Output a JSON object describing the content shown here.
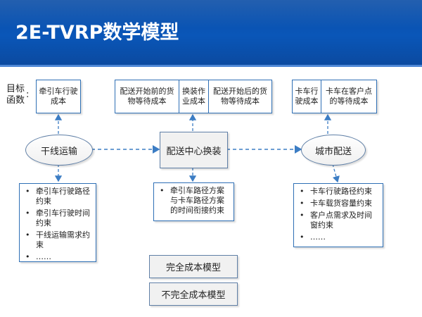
{
  "title": "2E-TVRP数学模型",
  "objective_label_line1": "目标",
  "objective_label_line2": "函数",
  "objective_colon": ":",
  "cost_groups": {
    "trunk": {
      "cells": [
        "牵引车行驶成本"
      ]
    },
    "center": {
      "cells": [
        "配送开始前的货物等待成本",
        "换装作业成本",
        "配送开始后的货物等待成本"
      ]
    },
    "city": {
      "cells": [
        "卡车行驶成本",
        "卡车在客户点的等待成本"
      ]
    }
  },
  "stages": {
    "trunk": "干线运输",
    "center": "配送中心换装",
    "city": "城市配送"
  },
  "constraints": {
    "trunk": [
      "牵引车行驶路径约束",
      "牵引车行驶时间约束",
      "干线运输需求约束",
      "……"
    ],
    "center": [
      "牵引车路径方案与卡车路径方案的时间衔接约束"
    ],
    "city": [
      "卡车行驶路径约束",
      "卡车载货容量约束",
      "客户点需求及时间窗约束",
      "……"
    ]
  },
  "models": {
    "complete": "完全成本模型",
    "incomplete": "不完全成本模型"
  },
  "colors": {
    "header": "#0a56b8",
    "box_border": "#2e6fb5",
    "arrow": "#3c7dc4"
  }
}
